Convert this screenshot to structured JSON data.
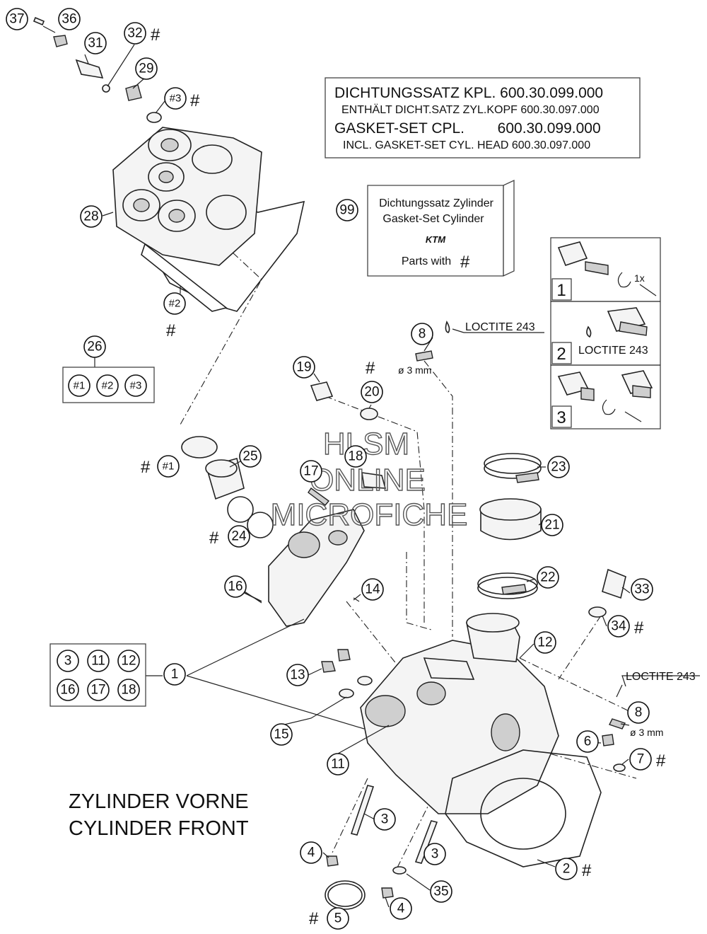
{
  "gasket_box": {
    "line1": "DICHTUNGSSATZ KPL. 600.30.099.000",
    "line2": "ENTHÄLT DICHT.SATZ ZYL.KOPF 600.30.097.000",
    "line3": "GASKET-SET CPL.        600.30.099.000",
    "line4": "INCL. GASKET-SET CYL. HEAD 600.30.097.000"
  },
  "kit_box": {
    "callout": "99",
    "line1": "Dichtungssatz Zylinder",
    "line2": "Gasket-Set Cylinder",
    "logo": "KTM",
    "line3": "Parts with",
    "hash": "#"
  },
  "steps": {
    "step1": "1",
    "step1_turn": "1x",
    "step2": "2",
    "step2_text": "LOCTITE 243",
    "step3": "3"
  },
  "loctite_top": "LOCTITE 243",
  "loctite_bottom": "LOCTITE 243",
  "dia_top": "ø 3 mm",
  "dia_bottom": "ø 3 mm",
  "hash": "#",
  "caption": {
    "line1": "ZYLINDER VORNE",
    "line2": "CYLINDER FRONT"
  },
  "watermark": {
    "line1": "HLSM",
    "line2": "ONLINE",
    "line3": "MICROFICHE"
  },
  "callouts": {
    "c37": "37",
    "c36": "36",
    "c31": "31",
    "c32": "32",
    "c29": "29",
    "c3a": "#3",
    "c28": "28",
    "c2a": "#2",
    "c26": "26",
    "c1a": "#1",
    "c2b": "#2",
    "c3b": "#3",
    "c1b": "#1",
    "c25": "25",
    "c24": "24",
    "c16": "16",
    "c19": "19",
    "c20": "20",
    "c18": "18",
    "c17": "17",
    "c8a": "8",
    "c23": "23",
    "c21": "21",
    "c22": "22",
    "c14": "14",
    "c33": "33",
    "c34": "34",
    "c12": "12",
    "c13": "13",
    "c15": "15",
    "c11": "11",
    "c1": "1",
    "g3": "3",
    "g11": "11",
    "g12": "12",
    "g16": "16",
    "g17": "17",
    "g18": "18",
    "c8b": "8",
    "c6": "6",
    "c7": "7",
    "c3c": "3",
    "c3d": "3",
    "c4a": "4",
    "c4b": "4",
    "c35": "35",
    "c5": "5",
    "c2": "2"
  }
}
